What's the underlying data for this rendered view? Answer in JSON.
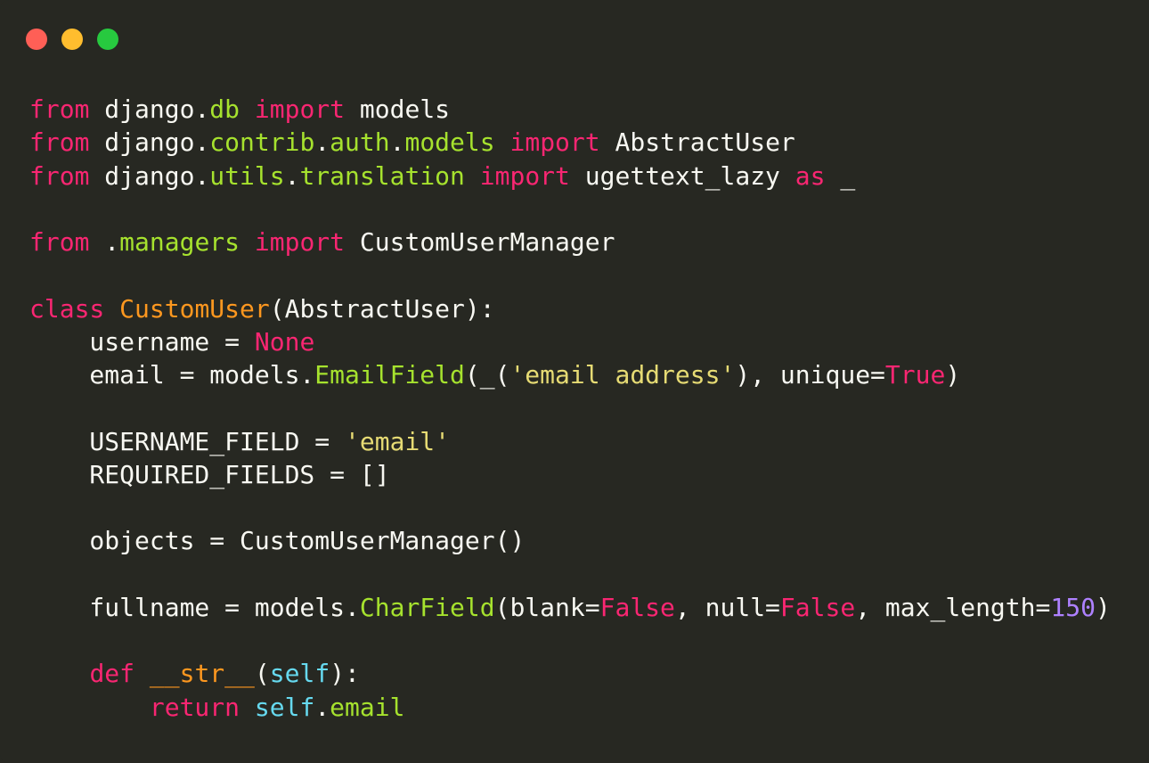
{
  "window": {
    "buttons": [
      {
        "name": "close",
        "color": "#ff5f56"
      },
      {
        "name": "minimize",
        "color": "#ffbd2e"
      },
      {
        "name": "maximize",
        "color": "#27c93f"
      }
    ]
  },
  "theme": {
    "background": "#272822",
    "text": "#f8f8f2",
    "keyword": "#f92672",
    "module": "#a6e22e",
    "class": "#fd971f",
    "string": "#e6db74",
    "number": "#ae81ff",
    "self": "#66d9ef"
  },
  "code": {
    "lines": [
      [
        [
          "kw",
          "from"
        ],
        [
          "txt",
          " django."
        ],
        [
          "mod",
          "db"
        ],
        [
          "txt",
          " "
        ],
        [
          "kw",
          "import"
        ],
        [
          "txt",
          " models"
        ]
      ],
      [
        [
          "kw",
          "from"
        ],
        [
          "txt",
          " django."
        ],
        [
          "mod",
          "contrib"
        ],
        [
          "txt",
          "."
        ],
        [
          "mod",
          "auth"
        ],
        [
          "txt",
          "."
        ],
        [
          "mod",
          "models"
        ],
        [
          "txt",
          " "
        ],
        [
          "kw",
          "import"
        ],
        [
          "txt",
          " AbstractUser"
        ]
      ],
      [
        [
          "kw",
          "from"
        ],
        [
          "txt",
          " django."
        ],
        [
          "mod",
          "utils"
        ],
        [
          "txt",
          "."
        ],
        [
          "mod",
          "translation"
        ],
        [
          "txt",
          " "
        ],
        [
          "kw",
          "import"
        ],
        [
          "txt",
          " ugettext_lazy "
        ],
        [
          "kw",
          "as"
        ],
        [
          "txt",
          " _"
        ]
      ],
      [],
      [
        [
          "kw",
          "from"
        ],
        [
          "txt",
          " ."
        ],
        [
          "mod",
          "managers"
        ],
        [
          "txt",
          " "
        ],
        [
          "kw",
          "import"
        ],
        [
          "txt",
          " CustomUserManager"
        ]
      ],
      [],
      [
        [
          "kw",
          "class"
        ],
        [
          "txt",
          " "
        ],
        [
          "cls",
          "CustomUser"
        ],
        [
          "txt",
          "(AbstractUser):"
        ]
      ],
      [
        [
          "txt",
          "    username = "
        ],
        [
          "kw",
          "None"
        ]
      ],
      [
        [
          "txt",
          "    email = models."
        ],
        [
          "mod",
          "EmailField"
        ],
        [
          "txt",
          "(_("
        ],
        [
          "str",
          "'email address'"
        ],
        [
          "txt",
          "), unique="
        ],
        [
          "kw",
          "True"
        ],
        [
          "txt",
          ")"
        ]
      ],
      [],
      [
        [
          "txt",
          "    USERNAME_FIELD = "
        ],
        [
          "str",
          "'email'"
        ]
      ],
      [
        [
          "txt",
          "    REQUIRED_FIELDS = []"
        ]
      ],
      [],
      [
        [
          "txt",
          "    objects = CustomUserManager()"
        ]
      ],
      [],
      [
        [
          "txt",
          "    fullname = models."
        ],
        [
          "mod",
          "CharField"
        ],
        [
          "txt",
          "(blank="
        ],
        [
          "kw",
          "False"
        ],
        [
          "txt",
          ", null="
        ],
        [
          "kw",
          "False"
        ],
        [
          "txt",
          ", max_length="
        ],
        [
          "num",
          "150"
        ],
        [
          "txt",
          ")"
        ]
      ],
      [],
      [
        [
          "txt",
          "    "
        ],
        [
          "kw",
          "def"
        ],
        [
          "txt",
          " "
        ],
        [
          "cls",
          "__str__"
        ],
        [
          "txt",
          "("
        ],
        [
          "self",
          "self"
        ],
        [
          "txt",
          "):"
        ]
      ],
      [
        [
          "txt",
          "        "
        ],
        [
          "kw",
          "return"
        ],
        [
          "txt",
          " "
        ],
        [
          "self",
          "self"
        ],
        [
          "txt",
          "."
        ],
        [
          "mod",
          "email"
        ]
      ]
    ]
  }
}
